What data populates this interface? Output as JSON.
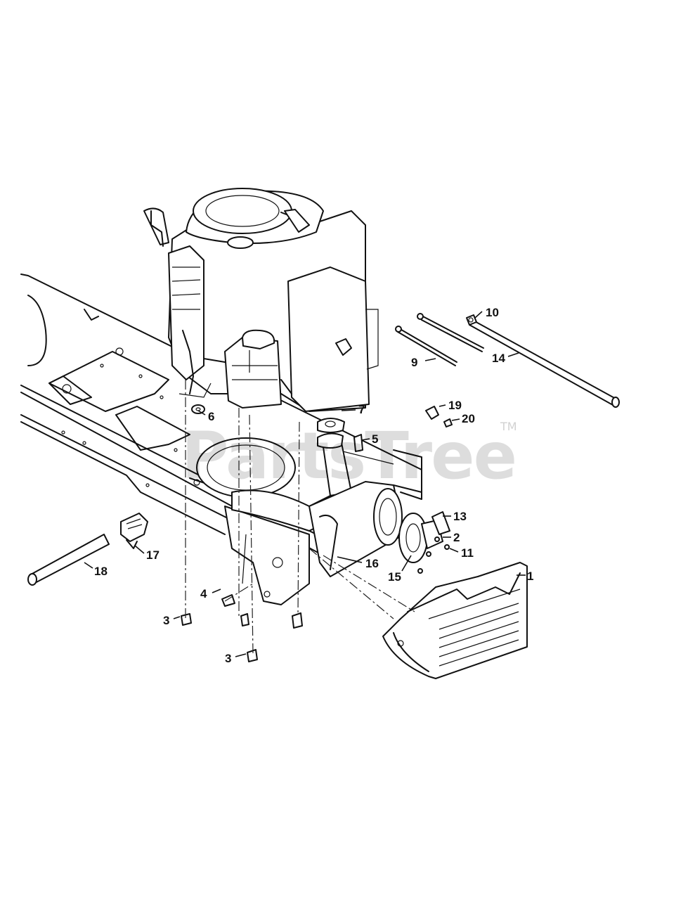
{
  "watermark": {
    "text": "PartsTree",
    "trademark": "TM"
  },
  "callouts": [
    {
      "id": "callout-10",
      "label": "10"
    },
    {
      "id": "callout-9",
      "label": "9"
    },
    {
      "id": "callout-14",
      "label": "14"
    },
    {
      "id": "callout-6",
      "label": "6"
    },
    {
      "id": "callout-7",
      "label": "7"
    },
    {
      "id": "callout-19",
      "label": "19"
    },
    {
      "id": "callout-20",
      "label": "20"
    },
    {
      "id": "callout-5",
      "label": "5"
    },
    {
      "id": "callout-13",
      "label": "13"
    },
    {
      "id": "callout-2",
      "label": "2"
    },
    {
      "id": "callout-11",
      "label": "11"
    },
    {
      "id": "callout-17",
      "label": "17"
    },
    {
      "id": "callout-16",
      "label": "16"
    },
    {
      "id": "callout-15",
      "label": "15"
    },
    {
      "id": "callout-1",
      "label": "1"
    },
    {
      "id": "callout-18",
      "label": "18"
    },
    {
      "id": "callout-4",
      "label": "4"
    },
    {
      "id": "callout-3a",
      "label": "3"
    },
    {
      "id": "callout-3b",
      "label": "3"
    }
  ]
}
